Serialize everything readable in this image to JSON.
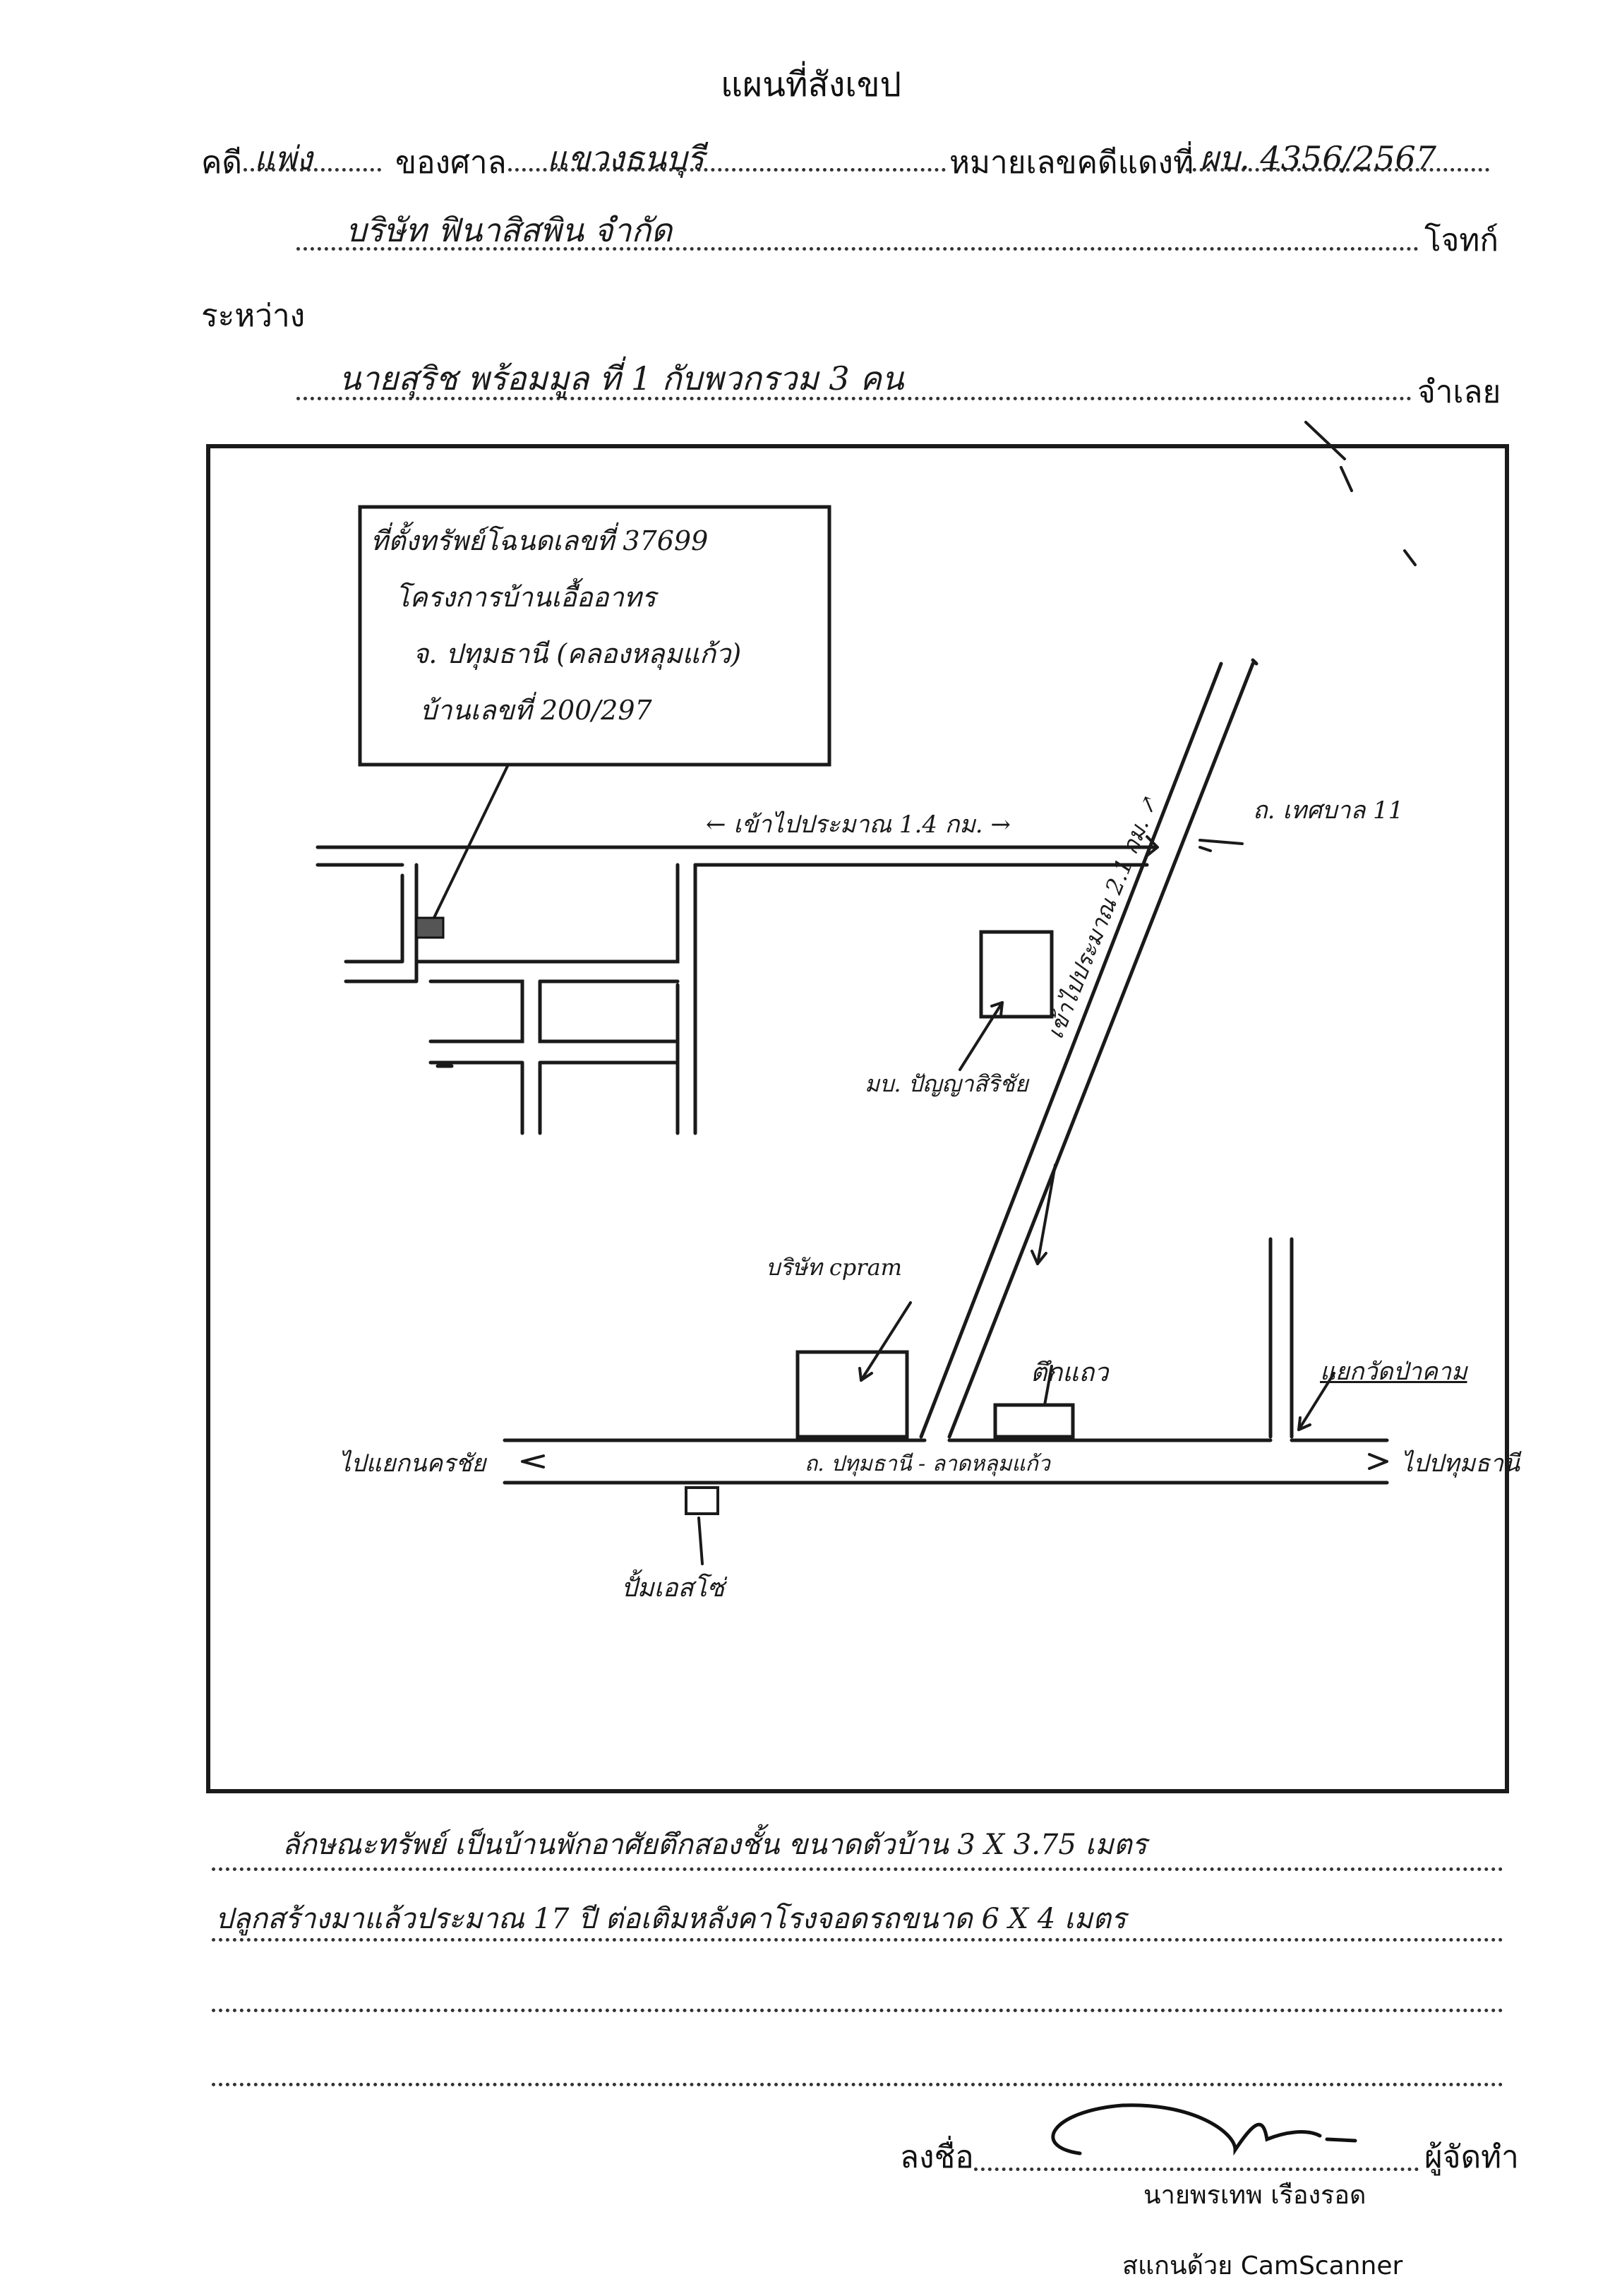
{
  "document": {
    "title": "แผนที่สังเขป",
    "case_label": "คดี",
    "case_type": "แพ่ง",
    "court_label": "ของศาล",
    "court": "แขวงธนบุรี",
    "red_case_label": "หมายเลขคดีแดงที่",
    "red_case_no": "ผบ. 4356/2567",
    "plaintiff": "บริษัท ฟินาสิสพิน จำกัด",
    "plaintiff_label": "โจทก์",
    "between_label": "ระหว่าง",
    "defendant": "นายสุริช พร้อมมูล ที่ 1 กับพวกรวม 3 คน",
    "defendant_label": "จำเลย"
  },
  "map": {
    "property_box": [
      "ที่ตั้งทรัพย์โฉนดเลขที่ 37699",
      "โครงการบ้านเอื้ออาทร",
      "จ. ปทุมธานี (คลองหลุมแก้ว)",
      "บ้านเลขที่ 200/297"
    ],
    "road_top_distance": "← เข้าไปประมาณ 1.4 กม. →",
    "road_top_name": "ถ. เทศบาล 11",
    "diagonal_distance": "เข้าไปประมาณ 2.1 กม. ↗",
    "school": "มบ. ปัญญาสิริชัย",
    "company": "บริษัท cpram",
    "shophouse": "ตึกแถว",
    "junction": "แยกวัดป่าคาม",
    "main_road": "ถ. ปทุมธานี - ลาดหลุมแก้ว",
    "to_left": "ไปแยกนครชัย",
    "to_right": "ไปปทุมธานี",
    "gas_station": "ปั้มเอสโซ่"
  },
  "notes": {
    "line1": "ลักษณะทรัพย์ เป็นบ้านพักอาศัยตึกสองชั้น ขนาดตัวบ้าน 3 X 3.75 เมตร",
    "line2": "ปลูกสร้างมาแล้วประมาณ 17 ปี ต่อเติมหลังคาโรงจอดรถขนาด 6 X 4 เมตร"
  },
  "signature": {
    "label": "ลงชื่อ",
    "role": "ผู้จัดทำ",
    "name": "นายพรเทพ เรืองรอด"
  },
  "footer": {
    "scanner": "สแกนด้วย CamScanner"
  }
}
